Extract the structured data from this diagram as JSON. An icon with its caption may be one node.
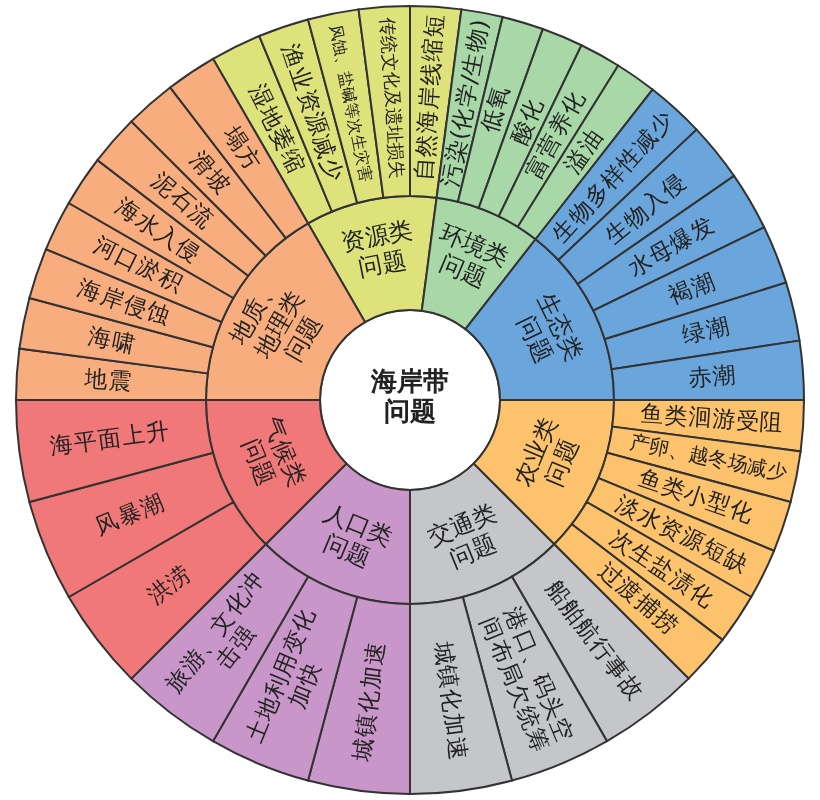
{
  "diagram": {
    "nodes": [
      {
        "text": [
          "海岸带问题"
        ]
      },
      {
        "text": [
          "资源类问题"
        ]
      },
      {
        "text": [
          "湿地萎缩"
        ]
      },
      {
        "text": [
          "渔业资源减少"
        ]
      },
      {
        "text": [
          "风蚀、盐碱等次生灾害"
        ]
      },
      {
        "text": [
          "传统文化及遗址损失"
        ]
      },
      {
        "text": [
          "自然海岸线缩短"
        ]
      },
      {
        "text": [
          "环境类问题"
        ]
      },
      {
        "text": [
          "污染(化学/生物)"
        ]
      },
      {
        "text": [
          "低氧"
        ]
      },
      {
        "text": [
          "酸化"
        ]
      },
      {
        "text": [
          "富营养化"
        ]
      },
      {
        "text": [
          "溢油"
        ]
      },
      {
        "text": [
          "生态类问题"
        ]
      },
      {
        "text": [
          "生物多样性减少"
        ]
      },
      {
        "text": [
          "生物入侵"
        ]
      },
      {
        "text": [
          "水母爆发"
        ]
      },
      {
        "text": [
          "褐潮"
        ]
      },
      {
        "text": [
          "绿潮"
        ]
      },
      {
        "text": [
          "赤潮"
        ]
      },
      {
        "text": [
          "农业类问题"
        ]
      },
      {
        "text": [
          "鱼类洄游受阻"
        ]
      },
      {
        "text": [
          "产卵、越冬场减少"
        ]
      },
      {
        "text": [
          "鱼类小型化"
        ]
      },
      {
        "text": [
          "淡水资源短缺"
        ]
      },
      {
        "text": [
          "次生盐渍化"
        ]
      },
      {
        "text": [
          "过渡捕捞"
        ]
      },
      {
        "text": [
          "交通类问题"
        ]
      },
      {
        "text": [
          "船舶航行事故"
        ]
      },
      {
        "text": [
          "港口、码头空间布局欠统筹"
        ]
      },
      {
        "text": [
          "城镇化加速"
        ]
      },
      {
        "text": [
          "人口类问题"
        ]
      },
      {
        "text": [
          "城镇化加速"
        ]
      },
      {
        "text": [
          "土地利用变化加快"
        ]
      },
      {
        "text": [
          "旅游、文化冲击强"
        ]
      },
      {
        "text": [
          "气候类问题"
        ]
      },
      {
        "text": [
          "洪涝"
        ]
      },
      {
        "text": [
          "风暴潮"
        ]
      },
      {
        "text": [
          "海平面上升"
        ]
      },
      {
        "text": [
          "地质、地理类问题"
        ]
      },
      {
        "text": [
          "地震"
        ]
      },
      {
        "text": [
          "海啸"
        ]
      },
      {
        "text": [
          "海岸侵蚀"
        ]
      },
      {
        "text": [
          "河口淤积"
        ]
      },
      {
        "text": [
          "海水入侵"
        ]
      },
      {
        "text": [
          "泥石流"
        ]
      },
      {
        "text": [
          "滑坡"
        ]
      },
      {
        "text": [
          "塌方"
        ]
      }
    ]
  }
}
